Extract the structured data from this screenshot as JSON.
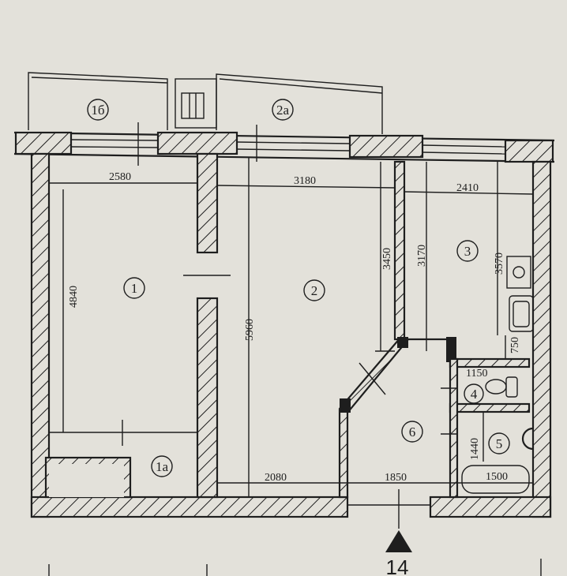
{
  "plan": {
    "axis_marker": "14",
    "rooms": [
      {
        "id": "1",
        "label": "1"
      },
      {
        "id": "1a",
        "label": "1а"
      },
      {
        "id": "1b",
        "label": "1б"
      },
      {
        "id": "2",
        "label": "2"
      },
      {
        "id": "2a",
        "label": "2а"
      },
      {
        "id": "3",
        "label": "3"
      },
      {
        "id": "4",
        "label": "4"
      },
      {
        "id": "5",
        "label": "5"
      },
      {
        "id": "6",
        "label": "6"
      }
    ],
    "dimensions": {
      "room1_width": "2580",
      "room2_width": "3180",
      "room3_width": "2410",
      "room1_length": "4840",
      "room2_length": "5960",
      "corridor_length": "3450",
      "room3_partition": "3170",
      "room3_length": "3570",
      "hall_niche": "750",
      "wc_width": "1150",
      "bath_length": "1440",
      "bathtub": "1500",
      "room2_bottom": "2080",
      "hall_width": "1850"
    }
  },
  "colors": {
    "paper": "#e3e1da",
    "ink": "#1e1e1e"
  }
}
